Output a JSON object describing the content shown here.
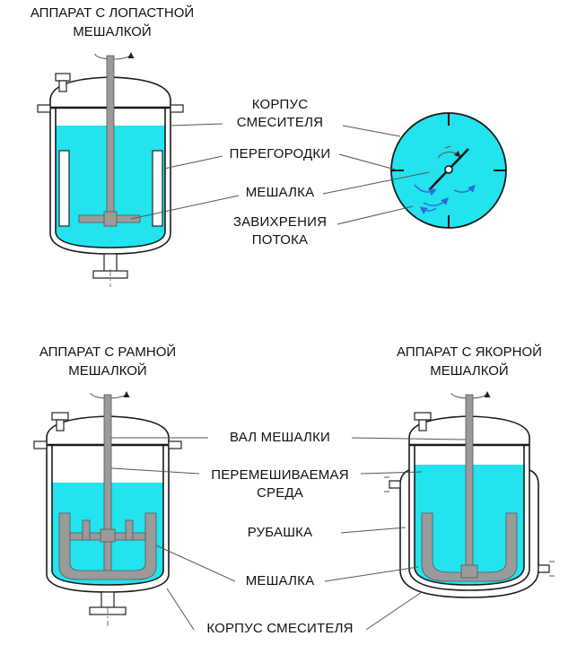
{
  "titles": {
    "paddle": [
      "АППАРАТ С ЛОПАСТНОЙ",
      "МЕШАЛКОЙ"
    ],
    "frame": [
      "АППАРАТ С РАМНОЙ",
      "МЕШАЛКОЙ"
    ],
    "anchor": [
      "АППАРАТ С ЯКОРНОЙ",
      "МЕШАЛКОЙ"
    ]
  },
  "labels": {
    "body": [
      "КОРПУС",
      "СМЕСИТЕЛЯ"
    ],
    "baffles": "ПЕРЕГОРОДКИ",
    "agitator_top": "МЕШАЛКА",
    "vortex": [
      "ЗАВИХРЕНИЯ",
      "ПОТОКА"
    ],
    "shaft": "ВАЛ МЕШАЛКИ",
    "medium": [
      "ПЕРЕМЕШИВАЕМАЯ",
      "СРЕДА"
    ],
    "jacket": "РУБАШКА",
    "agitator_bottom": "МЕШАЛКА",
    "body_bottom": "КОРПУС СМЕСИТЕЛЯ"
  },
  "colors": {
    "liquid": "#22e3ee",
    "agitator": "#9a9a9a",
    "vortex_arrows": "#2a6bd8"
  },
  "icons": [
    "rotation-arrow-icon"
  ]
}
